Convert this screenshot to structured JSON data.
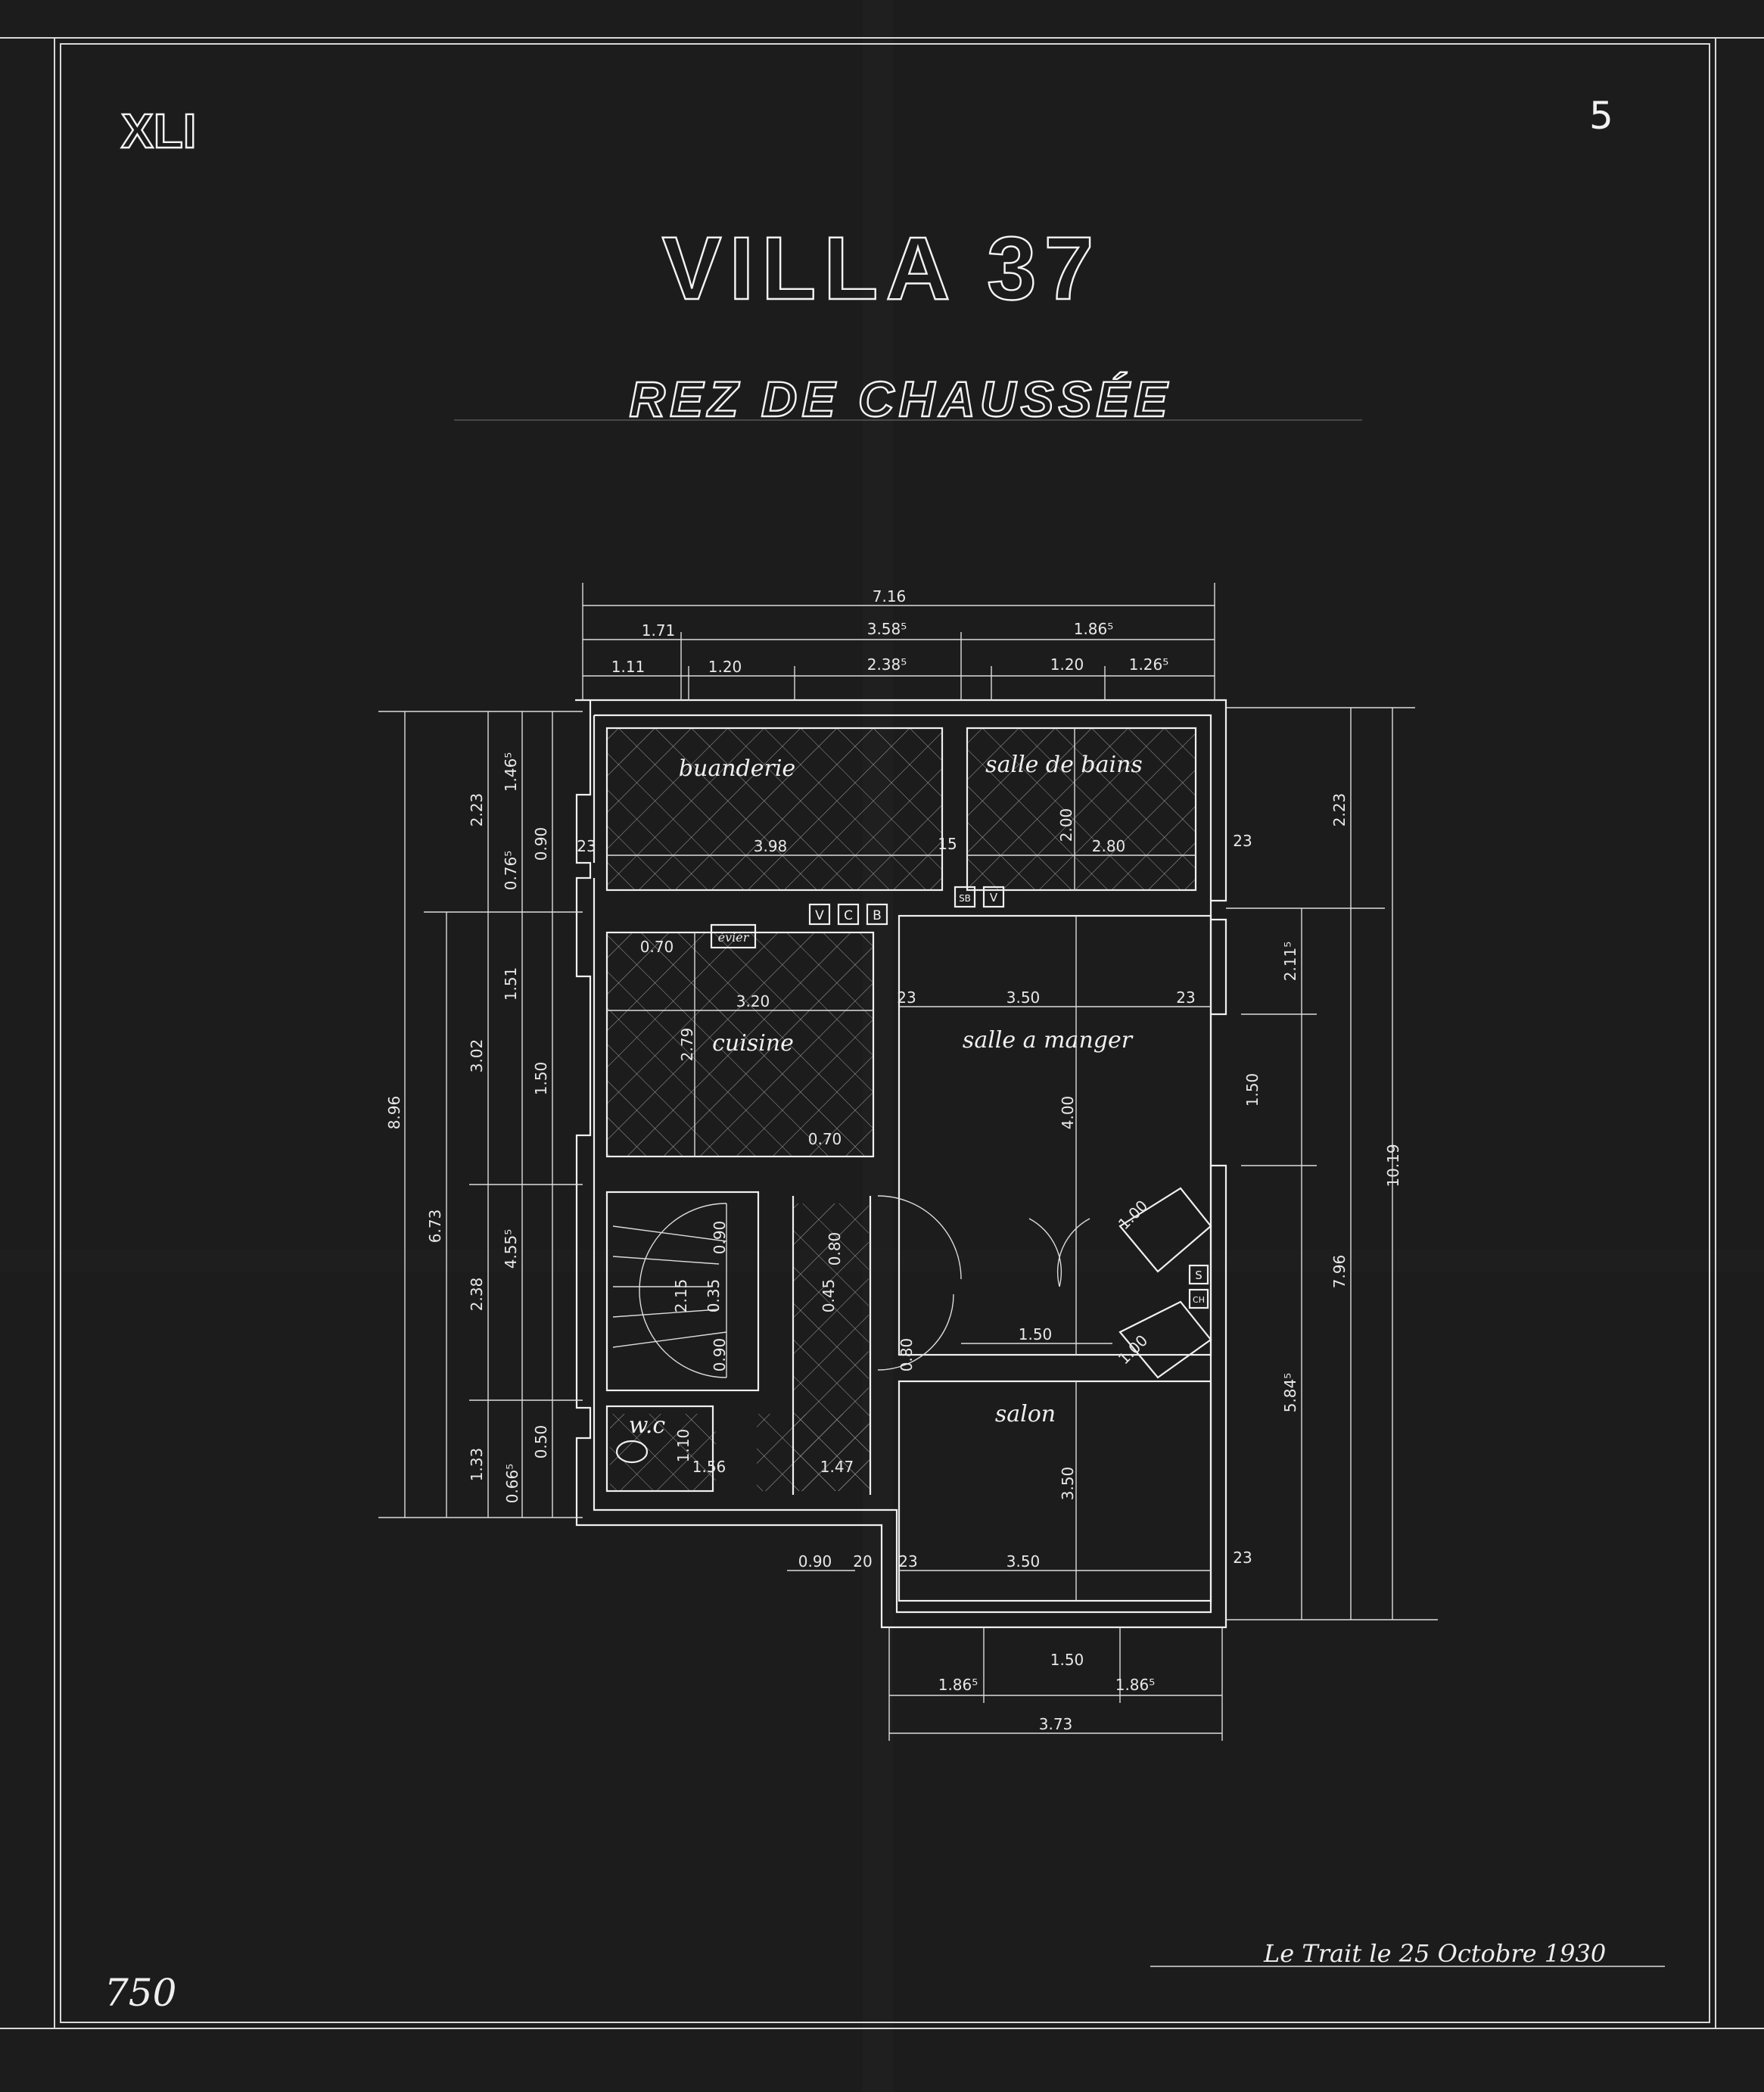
{
  "sheet": {
    "plate_number": "XLI",
    "page_number": "5",
    "scale_number": "750",
    "title": "VILLA 37",
    "subtitle": "REZ DE CHAUSSÉE",
    "signature": "Le Trait le 25 Octobre 1930"
  },
  "rooms": [
    {
      "name": "buanderie",
      "width": "3.98"
    },
    {
      "name": "salle de bains",
      "width": "2.80"
    },
    {
      "name": "cuisine",
      "width": "3.20"
    },
    {
      "name": "salle a manger",
      "width": "3.50"
    },
    {
      "name": "salon",
      "width": "3.50"
    },
    {
      "name": "w.c"
    }
  ],
  "fixtures": {
    "sink": "évier",
    "boxes": [
      "V",
      "C",
      "B",
      "SB",
      "V",
      "S",
      "CH"
    ]
  },
  "dimensions": {
    "top": {
      "overall": "7.16",
      "row2": [
        "1.71",
        "3.58⁵",
        "1.86⁵"
      ],
      "row3": [
        "1.11",
        "1.20",
        "2.38⁵",
        "1.20",
        "1.26⁵"
      ]
    },
    "left": {
      "overall": "8.96",
      "col2": [
        "6.73"
      ],
      "col3": [
        "2.23",
        "3.02",
        "2.38",
        "1.33"
      ],
      "col4": [
        "1.46⁵",
        "1.51",
        "4.55⁵"
      ],
      "col5": [
        "0.76⁵",
        "0.90",
        "1.50",
        "0.66⁵",
        "0.50"
      ]
    },
    "right": {
      "overall": "10.19",
      "col2": [
        "2.23",
        "7.96"
      ],
      "col3": [
        "2.11⁵",
        "1.50",
        "5.84⁵"
      ]
    },
    "bottom": {
      "row1": [
        "1.86⁵",
        "1.50",
        "1.86⁵"
      ],
      "overall": "3.73"
    },
    "interior": [
      "2.00",
      "4.00",
      "3.50",
      "2.79",
      "1.50",
      "1.00",
      "1.00",
      "0.70",
      "0.70",
      "0.80",
      "0.80",
      "0.90",
      "0.90",
      "0.45",
      "0.35",
      "1.10",
      "1.56",
      "1.47",
      "2.15",
      "0.90"
    ],
    "walls": [
      "23",
      "15",
      "20"
    ]
  }
}
